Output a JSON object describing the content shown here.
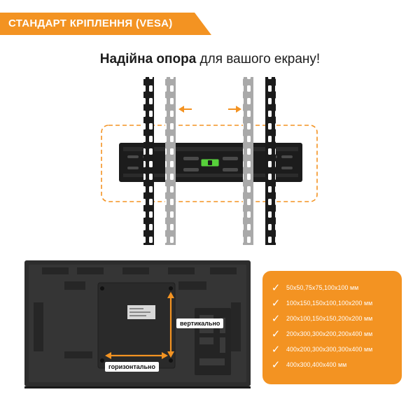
{
  "banner": {
    "title": "СТАНДАРТ КРІПЛЕННЯ (VESA)",
    "color": "#f39322"
  },
  "headline": {
    "bold": "Надійна опора",
    "rest": " для вашого екрану!"
  },
  "tv_labels": {
    "vertical": "вертикально",
    "horizontal": "горизонтально"
  },
  "vesa_sizes": [
    "50x50,75x75,100x100 мм",
    "100x150,150x100,100x200 мм",
    "200x100,150x150,200x200 мм",
    "200x300,300x200,200x400 мм",
    "400x200,300x300,300x400 мм",
    "400x300,400x400 мм"
  ],
  "icons": {
    "check": "✓"
  },
  "colors": {
    "accent": "#f39322",
    "guide_arrow": "#f39322"
  }
}
